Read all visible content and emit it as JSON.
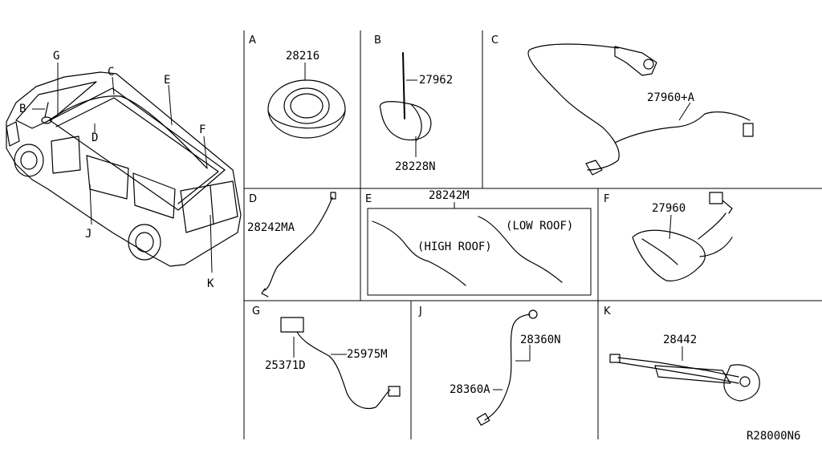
{
  "diagram_code": "R28000N6",
  "vehicle": {
    "callouts": [
      "G",
      "C",
      "E",
      "B",
      "D",
      "F",
      "J",
      "K"
    ]
  },
  "sections": {
    "A": {
      "letter": "A",
      "parts": [
        "28216"
      ]
    },
    "B": {
      "letter": "B",
      "parts": [
        "27962",
        "28228N"
      ]
    },
    "C": {
      "letter": "C",
      "parts": [
        "27960+A"
      ]
    },
    "D": {
      "letter": "D",
      "parts": [
        "28242MA"
      ]
    },
    "E": {
      "letter": "E",
      "parts": [
        "28242M"
      ],
      "notes": [
        "HIGH ROOF",
        "LOW ROOF"
      ]
    },
    "F": {
      "letter": "F",
      "parts": [
        "27960"
      ]
    },
    "G": {
      "letter": "G",
      "parts": [
        "25371D",
        "25975M"
      ]
    },
    "J": {
      "letter": "J",
      "parts": [
        "28360N",
        "28360A"
      ]
    },
    "K": {
      "letter": "K",
      "parts": [
        "28442"
      ]
    }
  }
}
